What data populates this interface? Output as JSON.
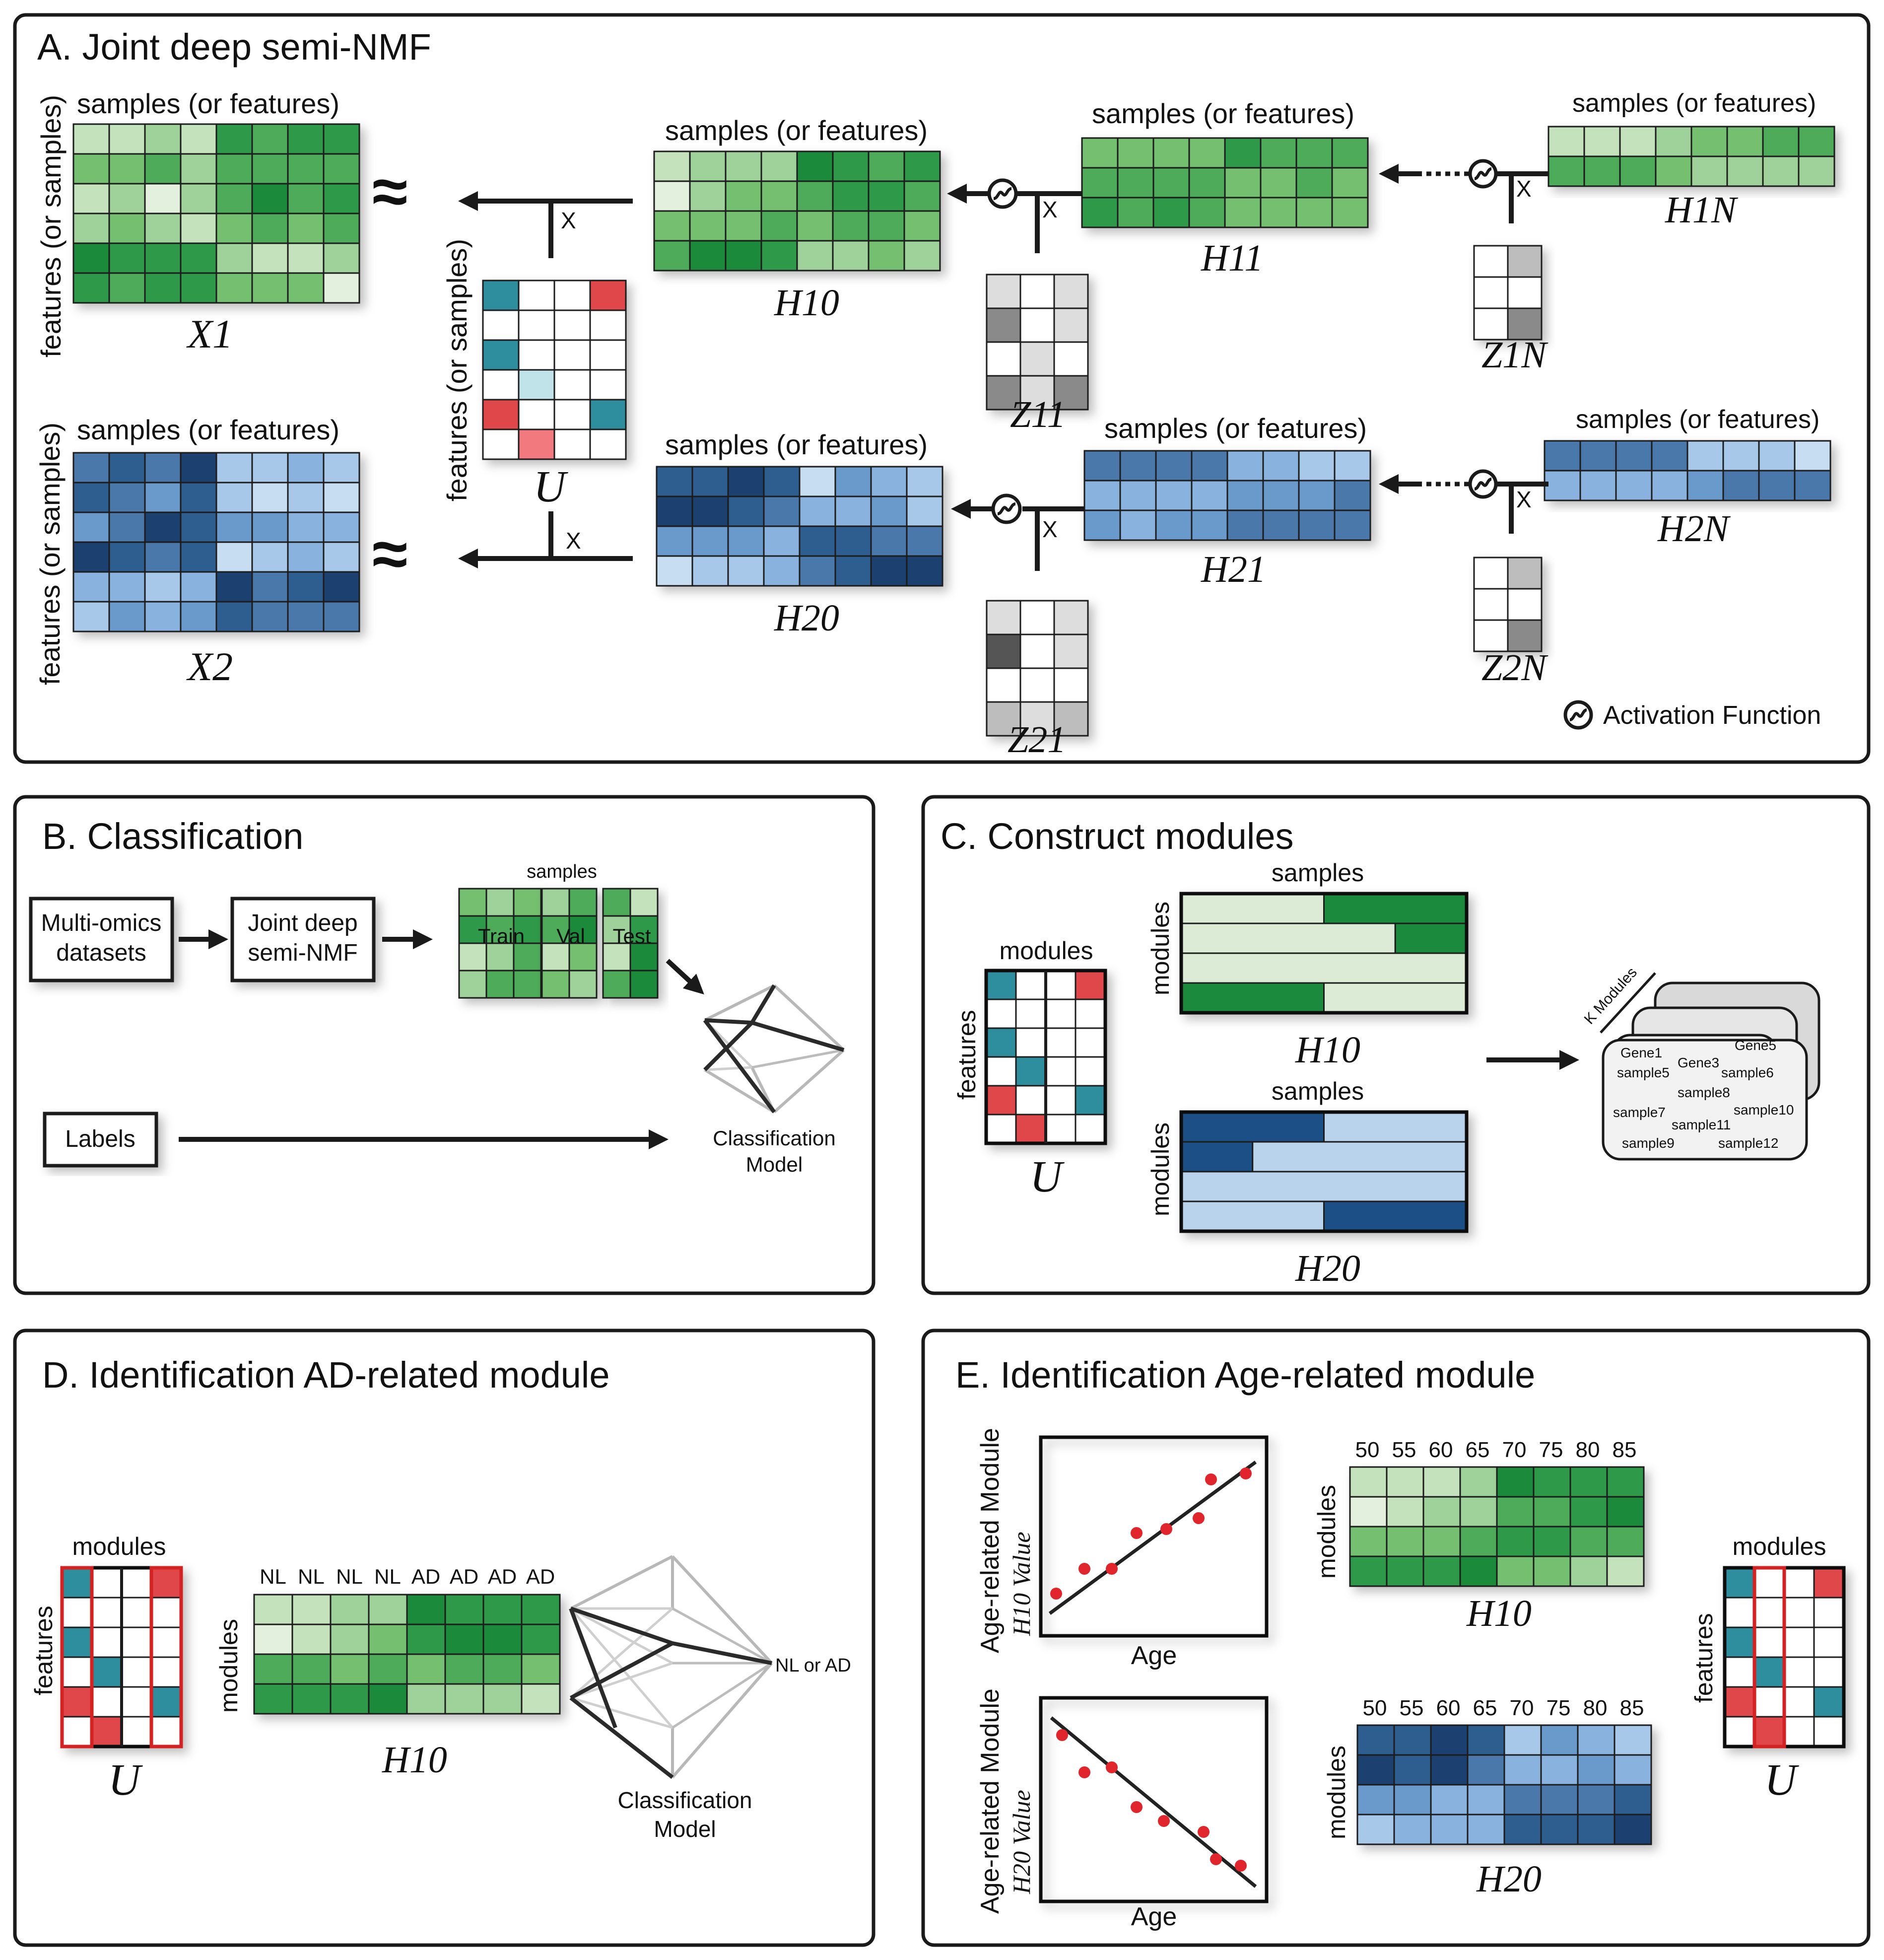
{
  "colors": {
    "green": [
      "#e3f0dd",
      "#c4e3bd",
      "#9fd19a",
      "#74bf6f",
      "#4eab5a",
      "#2e9a48",
      "#1f8a3a"
    ],
    "blue": [
      "#c7ddf1",
      "#a7c8e8",
      "#89b3de",
      "#6b9acb",
      "#4b78ab",
      "#2f5d8f",
      "#1f416f"
    ],
    "gray": [
      "#ffffff",
      "#dddddd",
      "#bdbdbd",
      "#8a8a8a",
      "#555555"
    ],
    "teal": "#2e8e9e",
    "red": "#e0474c",
    "highlight": "#d42424"
  },
  "panelA": {
    "title": "A. Joint deep semi-NMF",
    "samples_label": "samples (or features)",
    "features_label": "features (or samples)",
    "x1": "X1",
    "x2": "X2",
    "u": "U",
    "h10": "H10",
    "h11": "H11",
    "h1n": "H1N",
    "h20": "H20",
    "h21": "H21",
    "h2n": "H2N",
    "z11": "Z11",
    "z1n": "Z1N",
    "z21": "Z21",
    "z2n": "Z2N",
    "approx": "≈",
    "times": "X",
    "activation": "Activation Function"
  },
  "panelB": {
    "title": "B. Classification",
    "multiomics": [
      "Multi-omics",
      "datasets"
    ],
    "jdsnmf": [
      "Joint deep",
      "semi-NMF"
    ],
    "samples": "samples",
    "splits": [
      "Train",
      "Val",
      "Test"
    ],
    "labels": "Labels",
    "model": [
      "Classification",
      "Model"
    ]
  },
  "panelC": {
    "title": "C. Construct modules",
    "modules": "modules",
    "features": "features",
    "samples": "samples",
    "u": "U",
    "h10": "H10",
    "h20": "H20",
    "k_modules": "K Modules",
    "card_words": [
      "Gene1",
      "Gene5",
      "Gene3",
      "sample5",
      "sample6",
      "sample8",
      "sample7",
      "sample10",
      "sample11",
      "sample9",
      "sample12"
    ]
  },
  "panelD": {
    "title": "D. Identification AD-related module",
    "modules": "modules",
    "features": "features",
    "u": "U",
    "h10": "H10",
    "columns": [
      "NL",
      "NL",
      "NL",
      "NL",
      "AD",
      "AD",
      "AD",
      "AD"
    ],
    "output": "NL or AD",
    "model": [
      "Classification",
      "Model"
    ]
  },
  "panelE": {
    "title": "E. Identification Age-related module",
    "ylabel_top": "Age-related Module",
    "ylabel_h1": "H10 Value",
    "ylabel_h2": "H20 Value",
    "xlabel": "Age",
    "ages": [
      "50",
      "55",
      "60",
      "65",
      "70",
      "75",
      "80",
      "85"
    ],
    "modules": "modules",
    "features": "features",
    "u": "U",
    "h10": "H10",
    "h20": "H20"
  }
}
